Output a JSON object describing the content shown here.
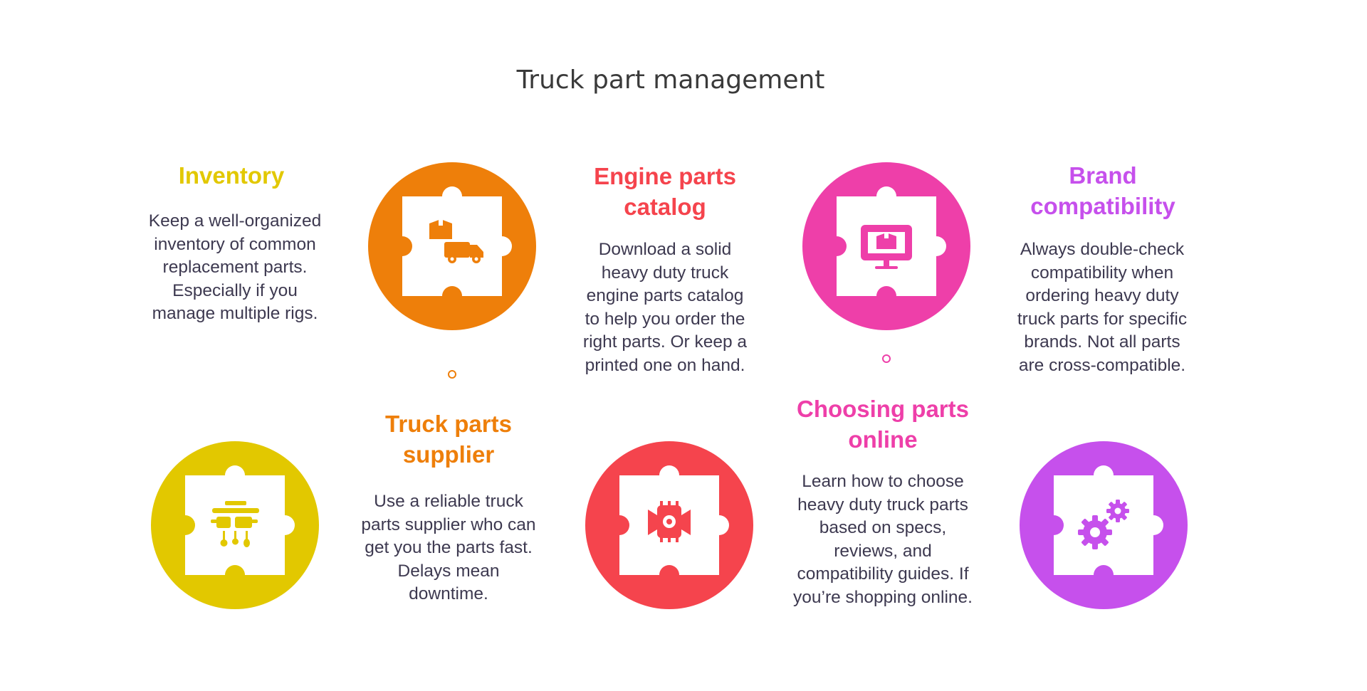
{
  "title": "Truck part management",
  "colors": {
    "inventory": "#E2C800",
    "supplier": "#EE7F0A",
    "catalog": "#F5444D",
    "online": "#EE3FA9",
    "brand": "#C650EC",
    "text": "#3D3950"
  },
  "items": [
    {
      "heading_lines": [
        "Inventory"
      ],
      "desc_lines": [
        "Keep a well-organized",
        "inventory of common",
        "replacement parts.",
        "Especially if you",
        "manage multiple rigs."
      ],
      "icon": "cookware-icon"
    },
    {
      "heading_lines": [
        "Truck parts",
        "supplier"
      ],
      "desc_lines": [
        "Use a reliable truck",
        "parts supplier who can",
        "get you the parts fast.",
        "Delays mean",
        "downtime."
      ],
      "icon": "delivery-truck-icon"
    },
    {
      "heading_lines": [
        "Engine parts",
        "catalog"
      ],
      "desc_lines": [
        "Download a solid",
        "heavy duty truck",
        "engine parts catalog",
        "to help you order the",
        "right parts. Or keep a",
        "printed one on hand."
      ],
      "icon": "engine-icon"
    },
    {
      "heading_lines": [
        "Choosing parts",
        "online"
      ],
      "desc_lines": [
        "Learn how to choose",
        "heavy duty truck parts",
        "based on specs,",
        "reviews, and",
        "compatibility guides. If",
        "you’re shopping online."
      ],
      "icon": "online-shopping-icon"
    },
    {
      "heading_lines": [
        "Brand",
        "compatibility"
      ],
      "desc_lines": [
        "Always double-check",
        "compatibility when",
        "ordering heavy duty",
        "truck parts for specific",
        "brands. Not all parts",
        "are cross-compatible."
      ],
      "icon": "gears-icon"
    }
  ]
}
